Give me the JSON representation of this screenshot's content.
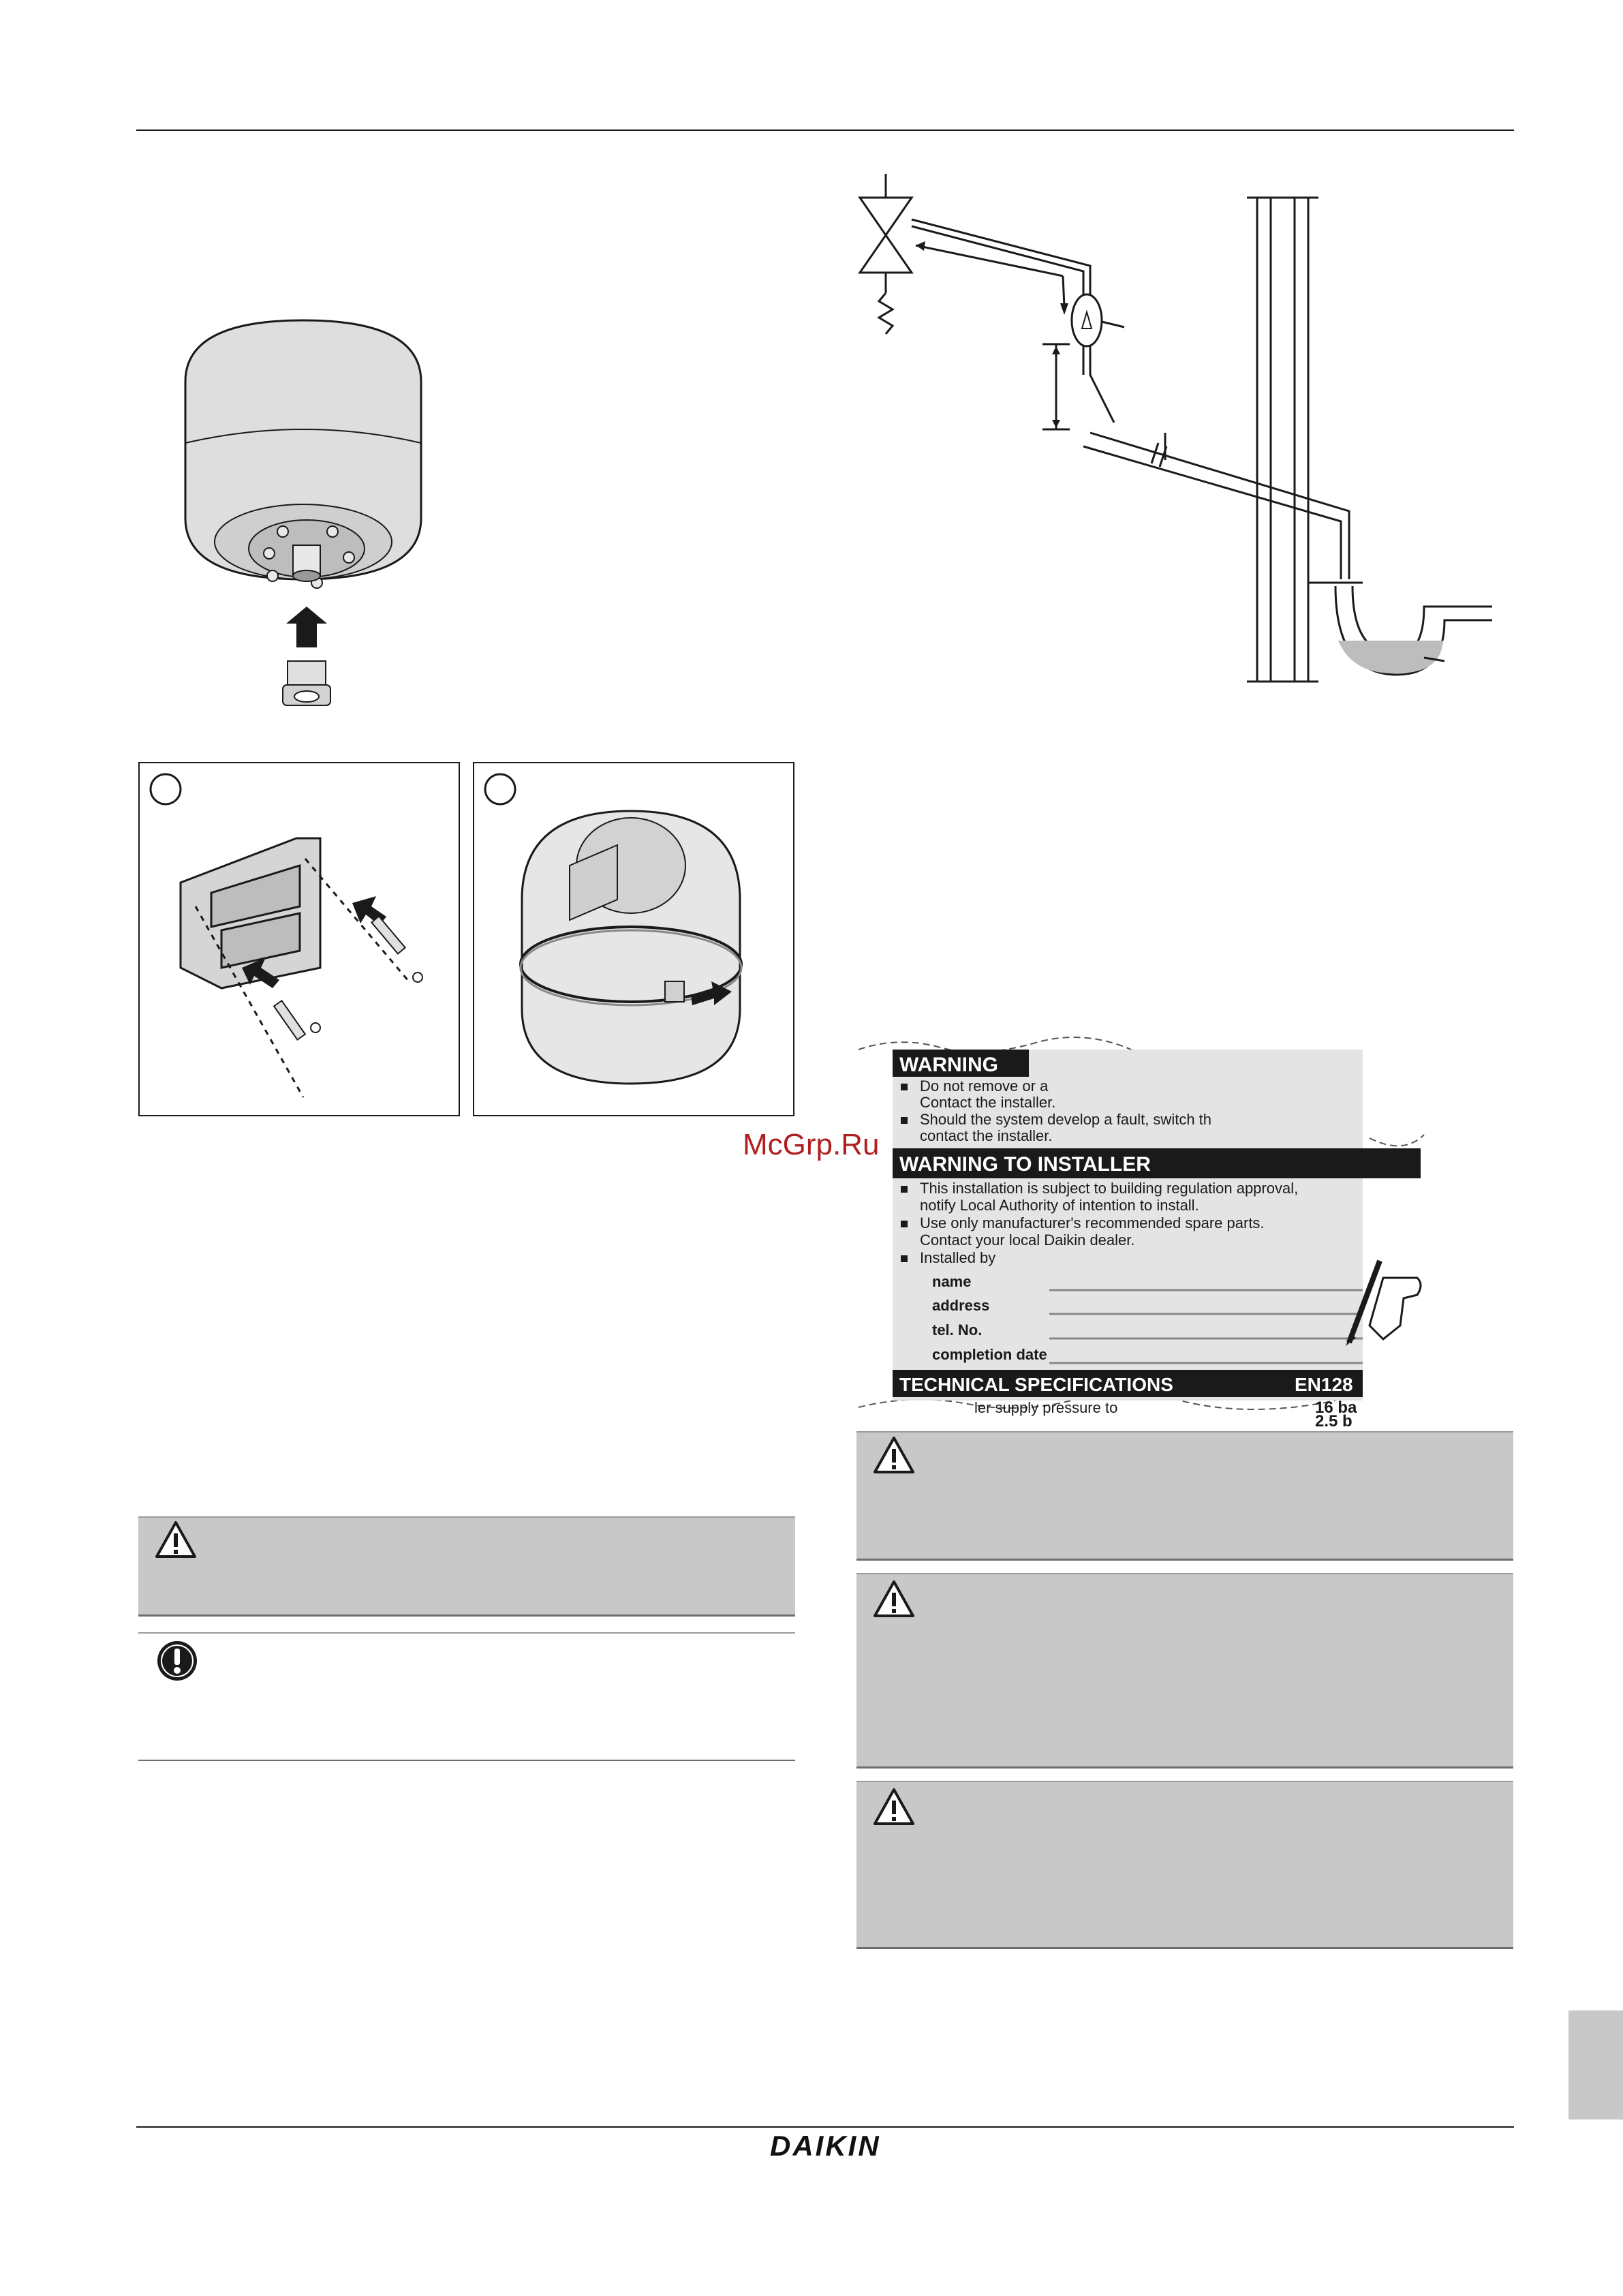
{
  "watermark": "McGrp.Ru",
  "brand_logo": "DAIKIN",
  "label": {
    "warning_title": "WARNING",
    "warning_items": [
      "Do not remove or a",
      "Contact the installer.",
      "Should the system develop a fault, switch th",
      "contact the installer."
    ],
    "installer_title": "WARNING TO INSTALLER",
    "installer_items": [
      "This installation is subject to building regulation approval,",
      "notify Local Authority of intention to install.",
      "Use only manufacturer's recommended spare parts.",
      "Contact your local Daikin dealer.",
      "Installed by"
    ],
    "fields": [
      "name",
      "address",
      "tel. No.",
      "completion date"
    ],
    "tech_title": "TECHNICAL SPECIFICATIONS",
    "tech_code": "EN128",
    "tech_line": "ler supply pressure to",
    "tech_value1": "16 ba",
    "tech_value2": "2.5 b"
  },
  "colors": {
    "panel": "#c8c8c8",
    "label_dark": "#1a1a1a",
    "label_light": "#e4e4e4",
    "watermark": "#b02020"
  }
}
